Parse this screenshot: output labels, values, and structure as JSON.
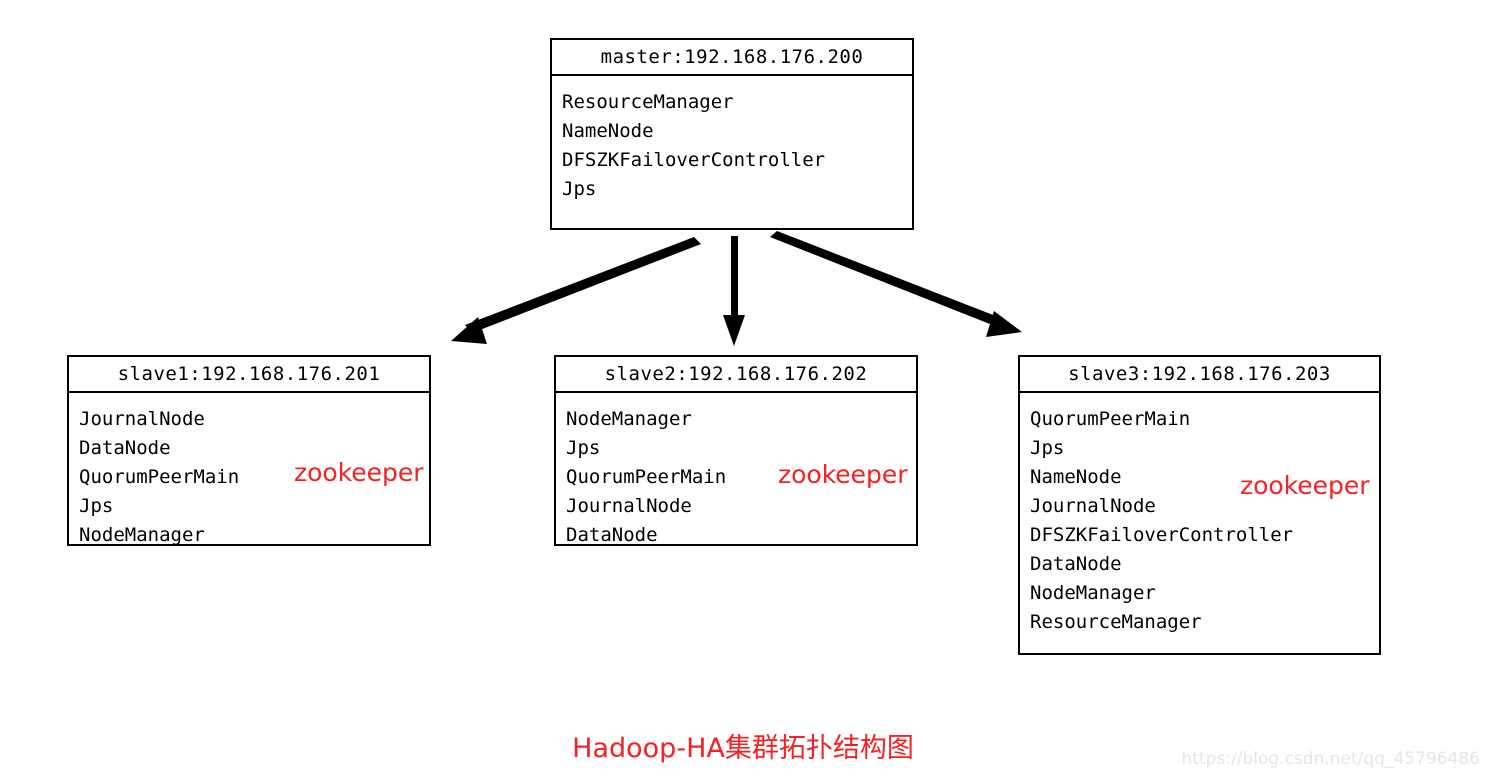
{
  "diagram": {
    "caption": "Hadoop-HA集群拓扑结构图",
    "watermark": "https://blog.csdn.net/qq_45796486",
    "accent_red": "#f42222",
    "line_color": "#000000",
    "background": "#ffffff",
    "nodes": {
      "master": {
        "header": "master:192.168.176.200",
        "services": [
          "ResourceManager",
          "NameNode",
          "DFSZKFailoverController",
          "Jps"
        ],
        "tag": ""
      },
      "slave1": {
        "header": "slave1:192.168.176.201",
        "services": [
          "JournalNode",
          "DataNode",
          "QuorumPeerMain",
          "Jps",
          "NodeManager"
        ],
        "tag": "zookeeper"
      },
      "slave2": {
        "header": "slave2:192.168.176.202",
        "services": [
          "NodeManager",
          "Jps",
          "QuorumPeerMain",
          "JournalNode",
          "DataNode"
        ],
        "tag": "zookeeper"
      },
      "slave3": {
        "header": "slave3:192.168.176.203",
        "services": [
          "QuorumPeerMain",
          "Jps",
          "NameNode",
          "JournalNode",
          "DFSZKFailoverController",
          "DataNode",
          "NodeManager",
          "ResourceManager"
        ],
        "tag": "zookeeper"
      }
    },
    "edges": [
      {
        "name": "master-to-slave1",
        "from": "master",
        "to": "slave1"
      },
      {
        "name": "master-to-slave2",
        "from": "master",
        "to": "slave2"
      },
      {
        "name": "master-to-slave3",
        "from": "master",
        "to": "slave3"
      }
    ]
  }
}
